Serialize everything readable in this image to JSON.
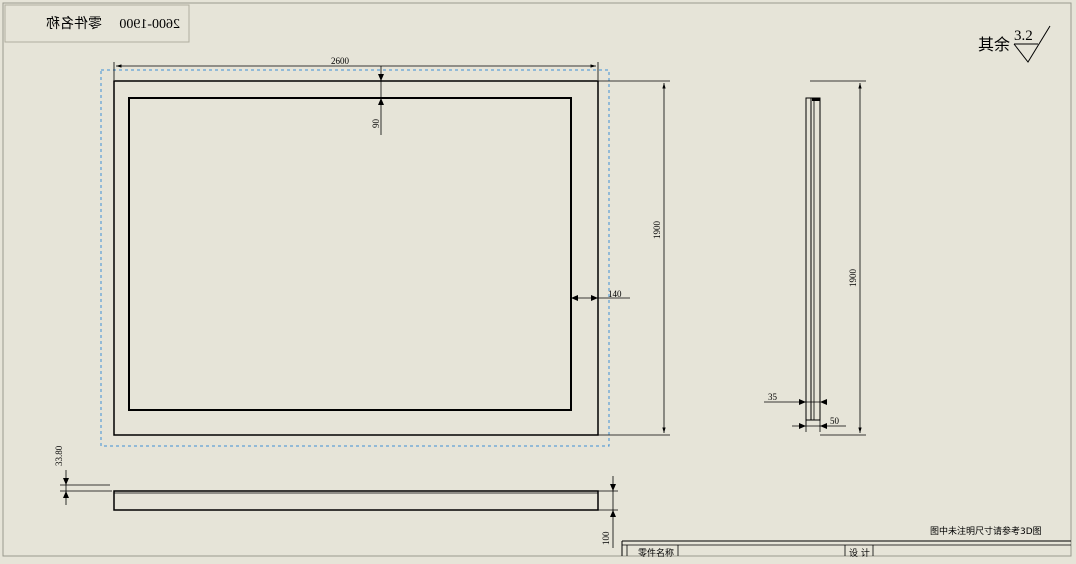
{
  "title_block": {
    "part_no": "2600-1900",
    "part_name": "零件名称",
    "field_1": "零件名称",
    "field_2": "设 计"
  },
  "roughness": {
    "prefix": "其余",
    "value": "3.2"
  },
  "note": "图中未注明尺寸请参考3D图",
  "dimensions": {
    "front_width": "2600",
    "front_height": "1900",
    "frame_top": "90",
    "frame_side": "140",
    "side_height": "1900",
    "side_thickness": "35",
    "side_offset": "50",
    "bottom_offset": "33.80",
    "bottom_height": "100"
  }
}
